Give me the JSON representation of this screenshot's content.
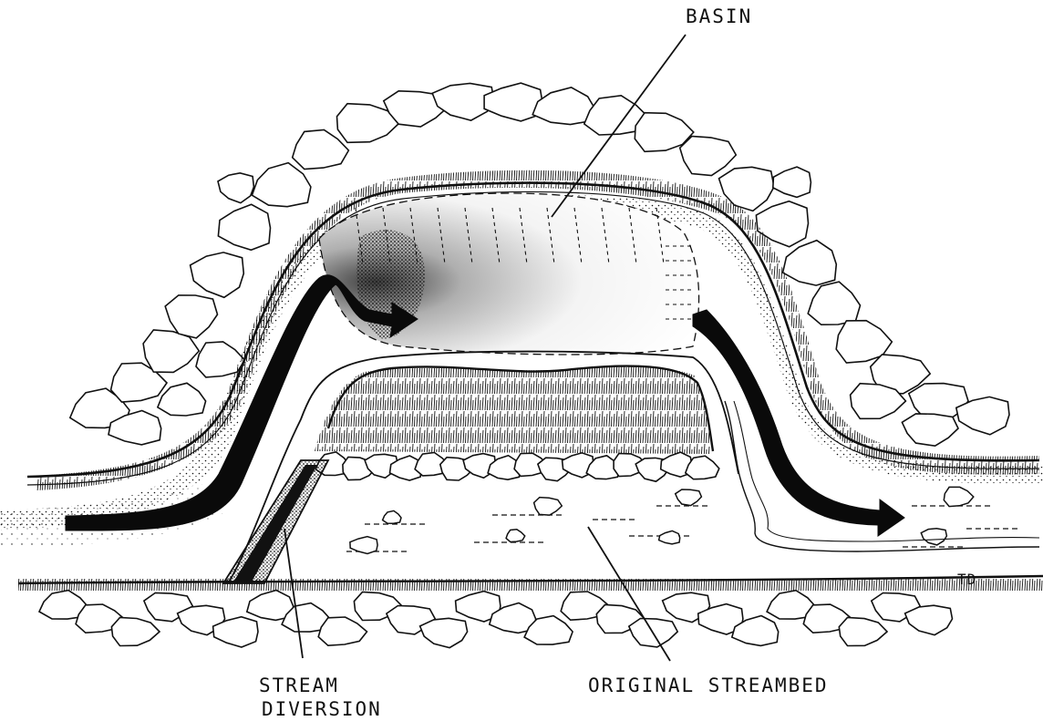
{
  "labels": {
    "basin": "BASIN",
    "stream_diversion_line1": "STREAM",
    "stream_diversion_line2": "DIVERSION",
    "original_streambed": "ORIGINAL  STREAMBED",
    "artist_initials": "TD"
  },
  "colors": {
    "ink": "#111111",
    "paper": "#ffffff",
    "arrow": "#0a0a0a"
  },
  "icons": {
    "flow_arrows": "arrow-right-icon"
  }
}
